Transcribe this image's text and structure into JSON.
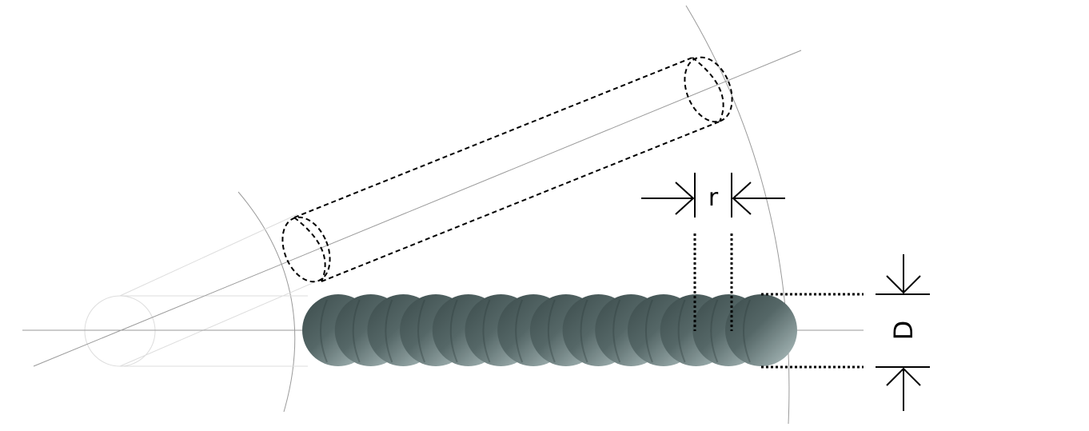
{
  "diagram": {
    "labels": {
      "pitch": "r",
      "diameter": "D"
    },
    "bead_count": 14,
    "colors": {
      "background": "#ffffff",
      "construction_line": "#9a9a9a",
      "faint_line": "#dddddd",
      "dashed_outline": "#000000",
      "dimension": "#000000",
      "bead_dark": "#425252",
      "bead_light": "#a9bcbc"
    }
  }
}
